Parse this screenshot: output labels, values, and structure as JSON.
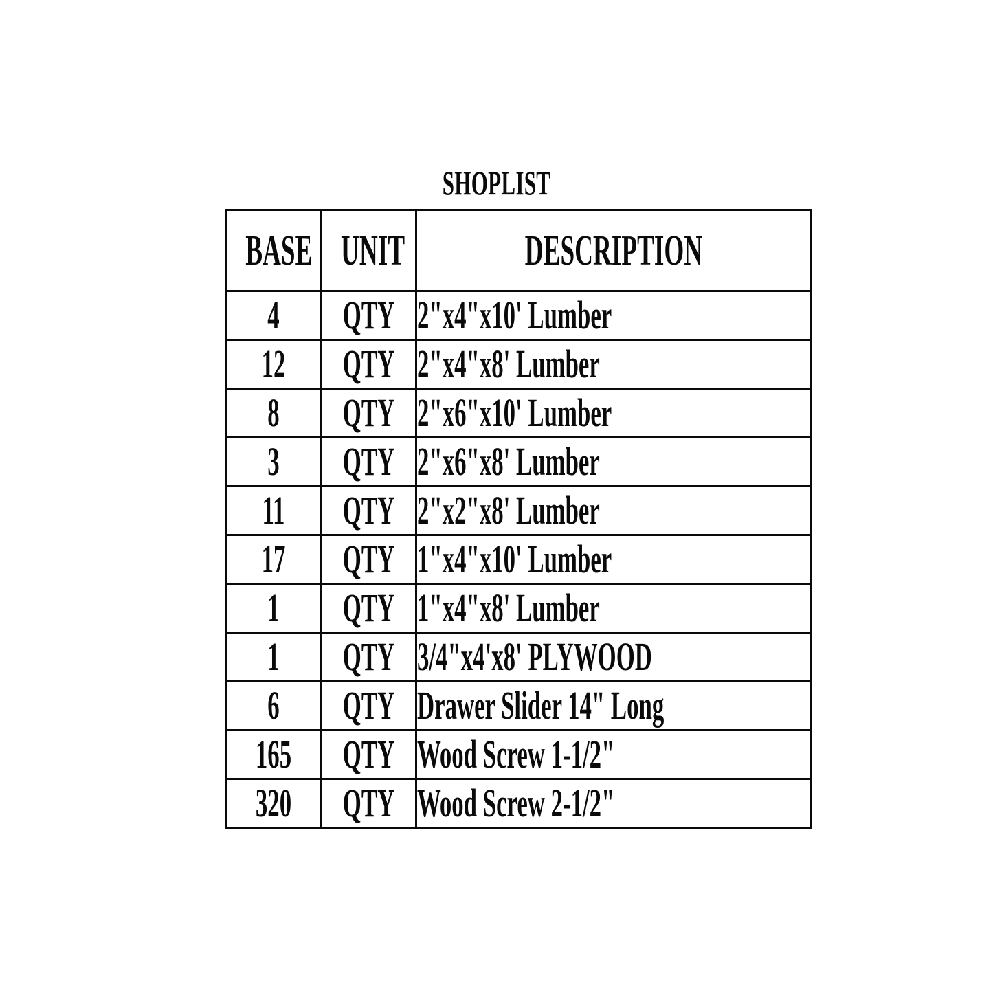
{
  "document": {
    "title": "SHOPLIST",
    "background_color": "#ffffff",
    "text_color": "#0a0a0a",
    "border_color": "#0a0a0a"
  },
  "table": {
    "columns": [
      {
        "key": "base",
        "header": "BASE",
        "align": "center"
      },
      {
        "key": "unit",
        "header": "UNIT",
        "align": "center"
      },
      {
        "key": "description",
        "header": "DESCRIPTION",
        "align": "left"
      }
    ],
    "rows": [
      {
        "base": "4",
        "unit": "QTY",
        "description": "2\"x4\"x10' Lumber"
      },
      {
        "base": "12",
        "unit": "QTY",
        "description": "2\"x4\"x8' Lumber"
      },
      {
        "base": "8",
        "unit": "QTY",
        "description": "2\"x6\"x10' Lumber"
      },
      {
        "base": "3",
        "unit": "QTY",
        "description": "2\"x6\"x8' Lumber"
      },
      {
        "base": "11",
        "unit": "QTY",
        "description": "2\"x2\"x8' Lumber"
      },
      {
        "base": "17",
        "unit": "QTY",
        "description": "1\"x4\"x10' Lumber"
      },
      {
        "base": "1",
        "unit": "QTY",
        "description": "1\"x4\"x8' Lumber"
      },
      {
        "base": "1",
        "unit": "QTY",
        "description": "3/4\"x4'x8' PLYWOOD"
      },
      {
        "base": "6",
        "unit": "QTY",
        "description": "Drawer Slider 14\" Long"
      },
      {
        "base": "165",
        "unit": "QTY",
        "description": "Wood Screw 1-1/2\""
      },
      {
        "base": "320",
        "unit": "QTY",
        "description": "Wood Screw 2-1/2\""
      }
    ]
  }
}
